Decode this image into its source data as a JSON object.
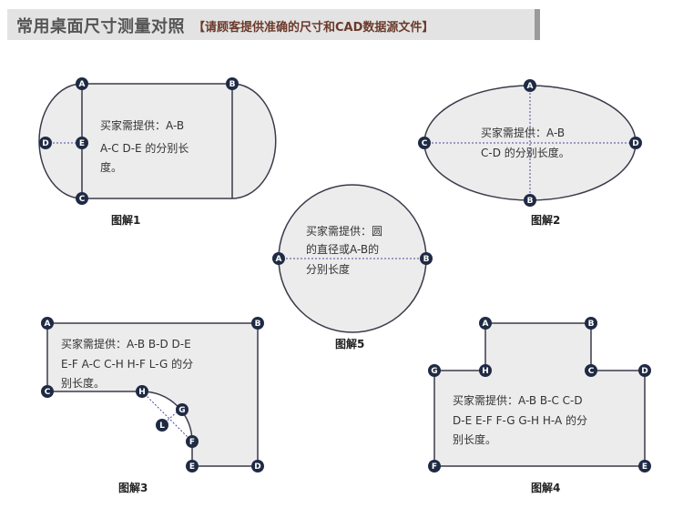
{
  "header": {
    "title": "常用桌面尺寸测量对照",
    "note": "【请顾客提供准确的尺寸和CAD数据源文件】"
  },
  "diagrams": [
    {
      "caption": "图解1",
      "text": [
        "买家需提供：A-B",
        "A-C D-E 的分别长",
        "度。"
      ],
      "points": [
        "A",
        "B",
        "C",
        "D",
        "E"
      ]
    },
    {
      "caption": "图解2",
      "text": [
        "买家需提供：A-B",
        "C-D 的分别长度。"
      ],
      "points": [
        "A",
        "B",
        "C",
        "D"
      ]
    },
    {
      "caption": "图解5",
      "text": [
        "买家需提供：圆",
        "的直径或A-B的",
        "分别长度"
      ],
      "points": [
        "A",
        "B"
      ]
    },
    {
      "caption": "图解3",
      "text": [
        "买家需提供：A-B B-D D-E",
        "E-F A-C C-H H-F L-G 的分",
        "别长度。"
      ],
      "points": [
        "A",
        "B",
        "C",
        "D",
        "E",
        "F",
        "G",
        "H",
        "L"
      ]
    },
    {
      "caption": "图解4",
      "text": [
        "买家需提供：A-B B-C C-D",
        "D-E E-F F-G G-H H-A 的分",
        "别长度。"
      ],
      "points": [
        "A",
        "B",
        "C",
        "D",
        "E",
        "F",
        "G",
        "H"
      ]
    }
  ],
  "colors": {
    "fill": "#ececec",
    "stroke": "#3a3a4a",
    "point": "#1f2a44",
    "dash": "#4a4a9a"
  }
}
